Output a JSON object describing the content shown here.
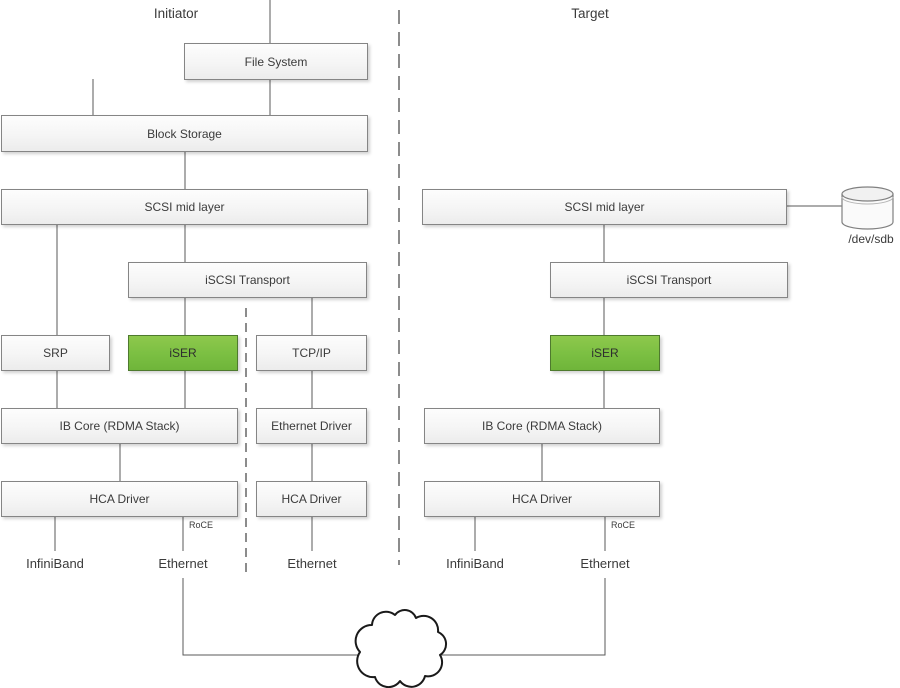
{
  "diagram": {
    "titles": {
      "initiator": "Initiator",
      "target": "Target"
    },
    "boxes": {
      "file_system": "File System",
      "block_storage": "Block Storage",
      "scsi_mid_layer": "SCSI mid layer",
      "iscsi_transport": "iSCSI Transport",
      "srp": "SRP",
      "iser": "iSER",
      "tcp_ip": "TCP/IP",
      "ib_core": "IB Core (RDMA Stack)",
      "ethernet_driver": "Ethernet Driver",
      "hca_driver": "HCA Driver"
    },
    "annotations": {
      "roce": "RoCE",
      "infiniband": "InfiniBand",
      "ethernet": "Ethernet",
      "device": "/dev/sdb"
    },
    "colors": {
      "iser_green": "#7cc043",
      "box_border": "#858585",
      "connector_line": "#5a5a5a",
      "divider_dash": "#404040"
    }
  }
}
